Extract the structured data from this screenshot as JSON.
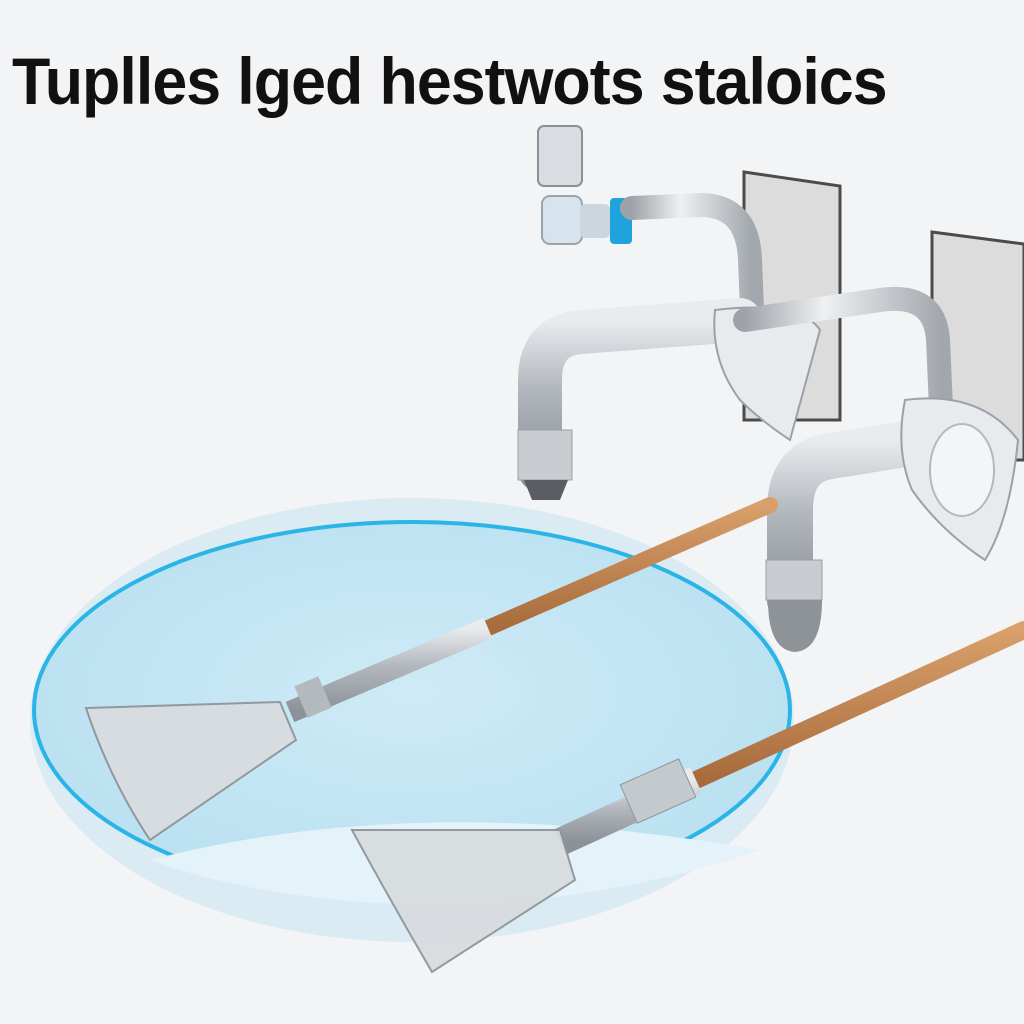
{
  "title": {
    "words": [
      "Tuplles",
      "lged",
      "hestwots",
      "staloics"
    ]
  },
  "illustration": {
    "subjects": [
      "chrome-faucet-upper",
      "chrome-faucet-lower",
      "blue-basin",
      "mop-upper",
      "mop-lower",
      "mirror-panel-left",
      "mirror-panel-right"
    ],
    "colors": {
      "background": "#f3f4f6",
      "basin_fill": "#c5e6f4",
      "basin_rim": "#2bb5e6",
      "chrome": "#b9bec4",
      "wood_handle": "#c98a55",
      "faucet_accent": "#1fa3dd",
      "mirror_panel": "#dcdcdc"
    }
  }
}
